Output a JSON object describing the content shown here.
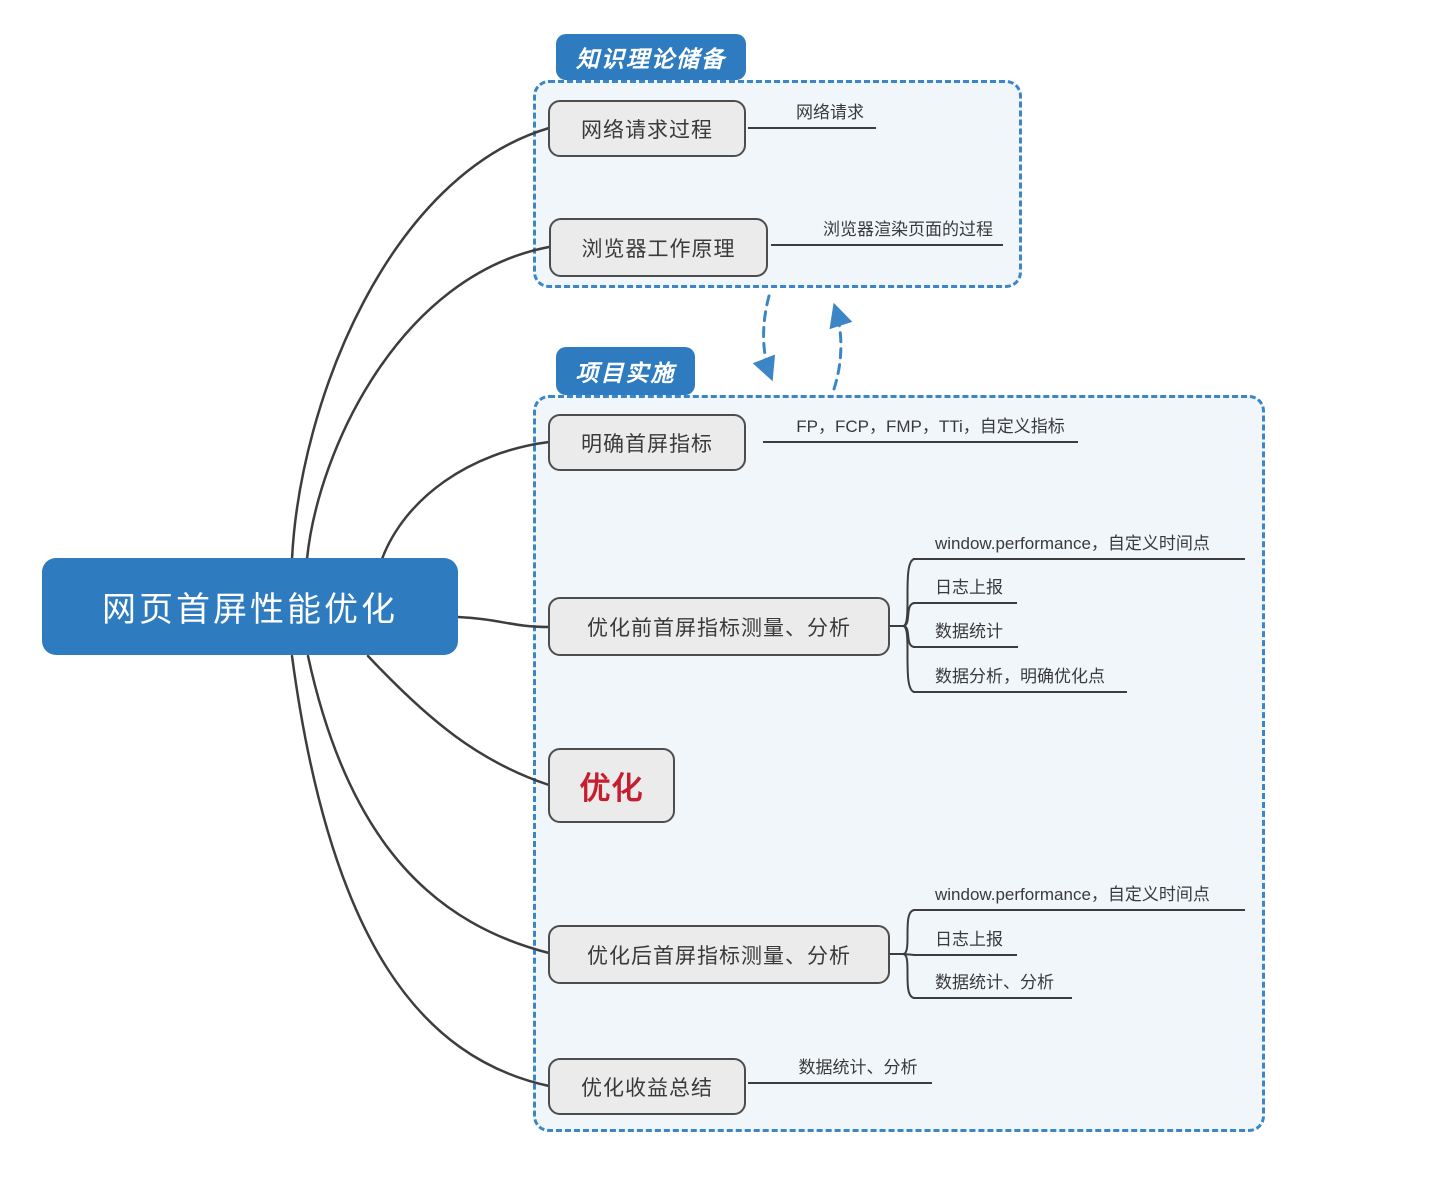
{
  "root": {
    "label": "网页首屏性能优化"
  },
  "groups": [
    {
      "label": "知识理论储备",
      "nodes": [
        {
          "label": "网络请求过程",
          "children": [
            {
              "label": "网络请求"
            }
          ]
        },
        {
          "label": "浏览器工作原理",
          "children": [
            {
              "label": "浏览器渲染页面的过程"
            }
          ]
        }
      ]
    },
    {
      "label": "项目实施",
      "nodes": [
        {
          "label": "明确首屏指标",
          "children": [
            {
              "label": "FP，FCP，FMP，TTi，自定义指标"
            }
          ]
        },
        {
          "label": "优化前首屏指标测量、分析",
          "children": [
            {
              "label": "window.performance，自定义时间点"
            },
            {
              "label": "日志上报"
            },
            {
              "label": "数据统计"
            },
            {
              "label": "数据分析，明确优化点"
            }
          ]
        },
        {
          "label": "优化",
          "emphasis": true
        },
        {
          "label": "优化后首屏指标测量、分析",
          "children": [
            {
              "label": "window.performance，自定义时间点"
            },
            {
              "label": "日志上报"
            },
            {
              "label": "数据统计、分析"
            }
          ]
        },
        {
          "label": "优化收益总结",
          "children": [
            {
              "label": "数据统计、分析"
            }
          ]
        }
      ]
    }
  ],
  "colors": {
    "accent_blue": "#2e7bbf",
    "dashed_blue": "#3c85c6",
    "group_bg": "#f1f6fb",
    "node_bg": "#ebebeb",
    "node_border": "#4d4d4d",
    "text_dark": "#3a3a3a",
    "emphasis_red": "#c41e2f",
    "connector_dark": "#3d3d3d"
  }
}
